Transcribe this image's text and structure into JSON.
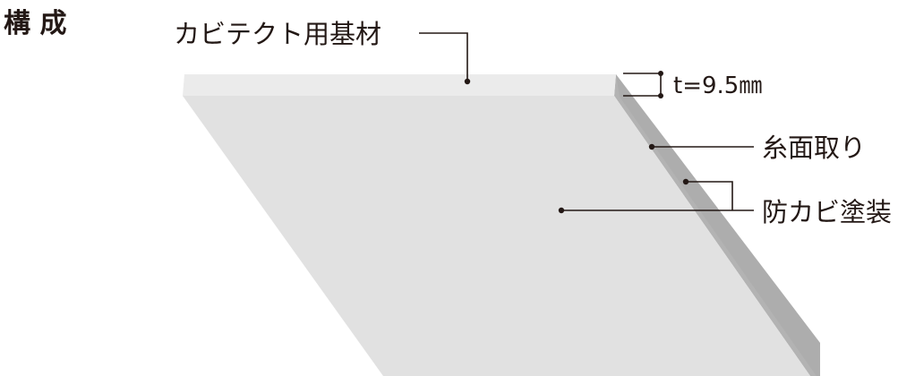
{
  "heading": "構 成",
  "labels": {
    "base_material": "カビテクト用基材",
    "thickness": "t=9.5㎜",
    "edge_chamfer": "糸面取り",
    "anti_mold_coating": "防カビ塗装"
  },
  "colors": {
    "board_top_edge": "#ebebeb",
    "board_face": "#e1e1e1",
    "board_side": "#b3b3b3",
    "board_side_shadow": "#a3a3a3",
    "lines": "#231815"
  }
}
